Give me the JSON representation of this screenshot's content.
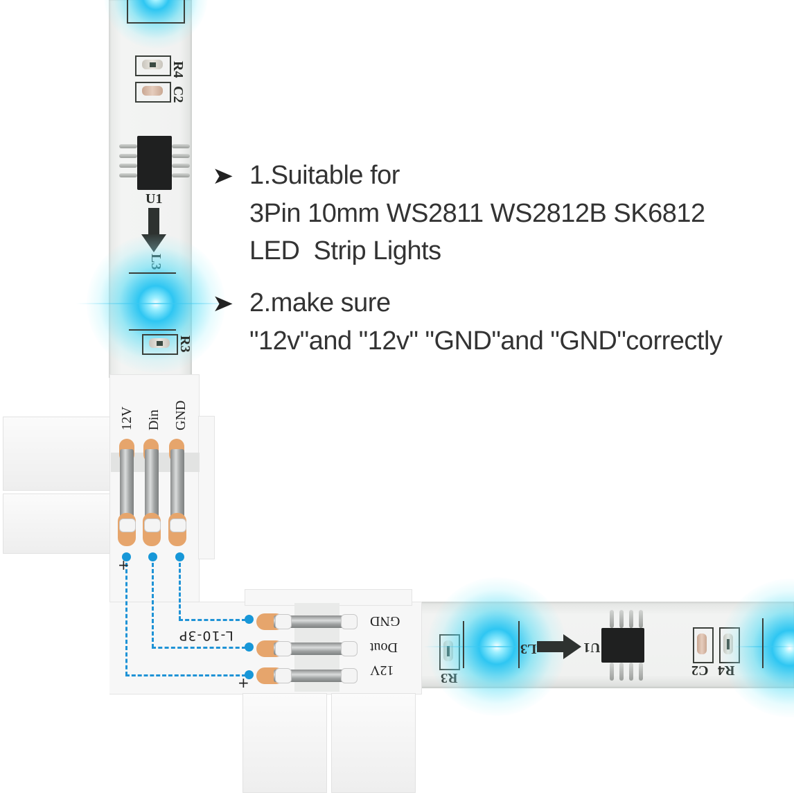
{
  "image": {
    "description": "Product photo of an L-shaped 3-pin 10mm LED strip connector joining two addressable LED strip segments, with wiring diagram overlay and feature text",
    "background_color": "#ffffff",
    "accent_color": "#1797d8",
    "led_glow_color": "#2ec6f2",
    "pad_color": "#e6a56c"
  },
  "features": [
    {
      "bullet_icon": "arrowhead-right-icon",
      "bullet_glyph": "➤",
      "lines": [
        "1.Suitable for",
        "3Pin 10mm WS2811 WS2812B SK6812",
        "LED  Strip Lights"
      ]
    },
    {
      "bullet_icon": "arrowhead-right-icon",
      "bullet_glyph": "➤",
      "lines": [
        "2.make sure",
        "\"12v\"and \"12v\" \"GND\"and \"GND\"correctly"
      ]
    }
  ],
  "vertical_strip": {
    "silkscreen": {
      "resistor_top": "R4",
      "capacitor_top": "C2",
      "ic": "U1",
      "led": "L3",
      "resistor_bottom": "R3"
    }
  },
  "horizontal_strip": {
    "silkscreen": {
      "resistor_left": "R3",
      "led": "L3",
      "ic": "U1",
      "capacitor": "C2",
      "resistor_right": "R4"
    }
  },
  "connector": {
    "model_label": "L-10-3P",
    "input_pins": [
      "12V",
      "Din",
      "GND"
    ],
    "output_pins": [
      "GND",
      "Dout",
      "12V"
    ],
    "polarity_mark": "+",
    "wiring_line_style": "dashed",
    "wiring_color": "#1f93d6"
  }
}
